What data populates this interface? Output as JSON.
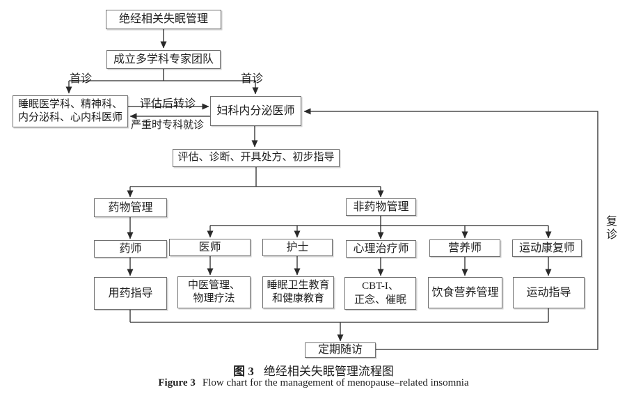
{
  "figure": {
    "caption_zh": {
      "label": "图 3",
      "text": "绝经相关失眠管理流程图"
    },
    "caption_en": {
      "label": "Figure 3",
      "text": "Flow chart for the management of menopause–related insomnia"
    }
  },
  "nodes": {
    "title": "绝经相关失眠管理",
    "team": "成立多学科专家团队",
    "sleep_dept": "睡眠医学科、精神科、\n内分泌科、心内科医师",
    "gyn": "妇科内分泌医师",
    "evaluation": "评估、诊断、开具处方、初步指导",
    "drug_mgmt": "药物管理",
    "nondrug_mgmt": "非药物管理",
    "pharmacist": "药师",
    "physician": "医师",
    "nurse": "护士",
    "psychotherapist": "心理治疗师",
    "dietitian": "营养师",
    "exercise_therapist": "运动康复师",
    "medication_guidance": "用药指导",
    "tcm_physio": "中医管理、\n物理疗法",
    "sleep_health_edu": "睡眠卫生教育\n和健康教育",
    "cbt": "CBT-I、\n正念、催眠",
    "diet_mgmt": "饮食营养管理",
    "exercise_guidance": "运动指导",
    "followup": "定期随访"
  },
  "edge_labels": {
    "first_visit_left": "首诊",
    "first_visit_right": "首诊",
    "referral": "评估后转诊",
    "severe": "严重时专科就诊",
    "return_visit": "复诊"
  },
  "colors": {
    "line": "#2a2a2a",
    "box_border": "#707070",
    "text": "#1f1f1f",
    "background": "#ffffff"
  }
}
